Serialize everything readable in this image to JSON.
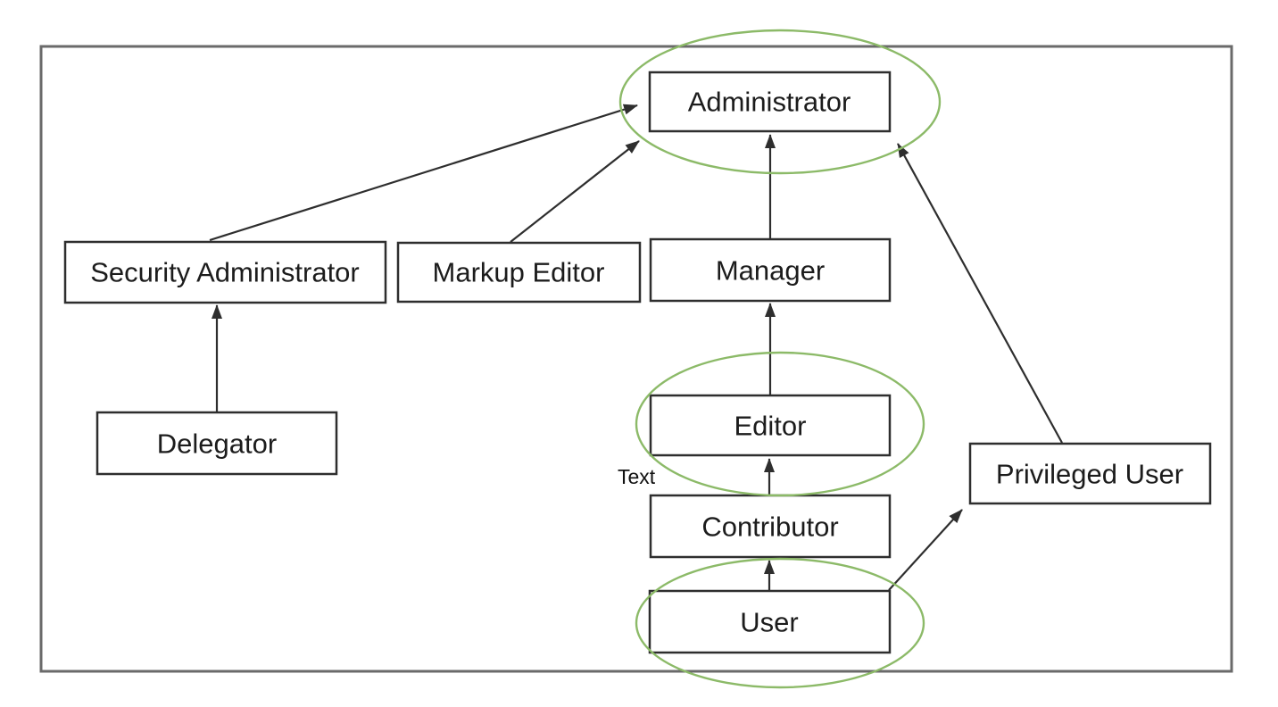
{
  "diagram": {
    "background_color": "#ffffff",
    "frame_color": "#6a6a6a",
    "node_border_color": "#2e2e2e",
    "node_fill_color": "#ffffff",
    "edge_color": "#2e2e2e",
    "text_color": "#1c1c1c",
    "highlight_color": "#8cba68",
    "nodes": {
      "administrator": {
        "label": "Administrator",
        "highlighted": true
      },
      "security_administrator": {
        "label": "Security Administrator",
        "highlighted": false
      },
      "markup_editor": {
        "label": "Markup Editor",
        "highlighted": false
      },
      "manager": {
        "label": "Manager",
        "highlighted": false
      },
      "delegator": {
        "label": "Delegator",
        "highlighted": false
      },
      "editor": {
        "label": "Editor",
        "highlighted": true
      },
      "privileged_user": {
        "label": "Privileged User",
        "highlighted": false
      },
      "contributor": {
        "label": "Contributor",
        "highlighted": false
      },
      "user": {
        "label": "User",
        "highlighted": true
      }
    },
    "edges": [
      {
        "from": "security_administrator",
        "to": "administrator"
      },
      {
        "from": "markup_editor",
        "to": "administrator"
      },
      {
        "from": "manager",
        "to": "administrator"
      },
      {
        "from": "privileged_user",
        "to": "administrator"
      },
      {
        "from": "delegator",
        "to": "security_administrator"
      },
      {
        "from": "editor",
        "to": "manager"
      },
      {
        "from": "contributor",
        "to": "editor"
      },
      {
        "from": "user",
        "to": "contributor"
      },
      {
        "from": "user",
        "to": "privileged_user"
      }
    ],
    "annotations": {
      "text_label": "Text"
    }
  }
}
